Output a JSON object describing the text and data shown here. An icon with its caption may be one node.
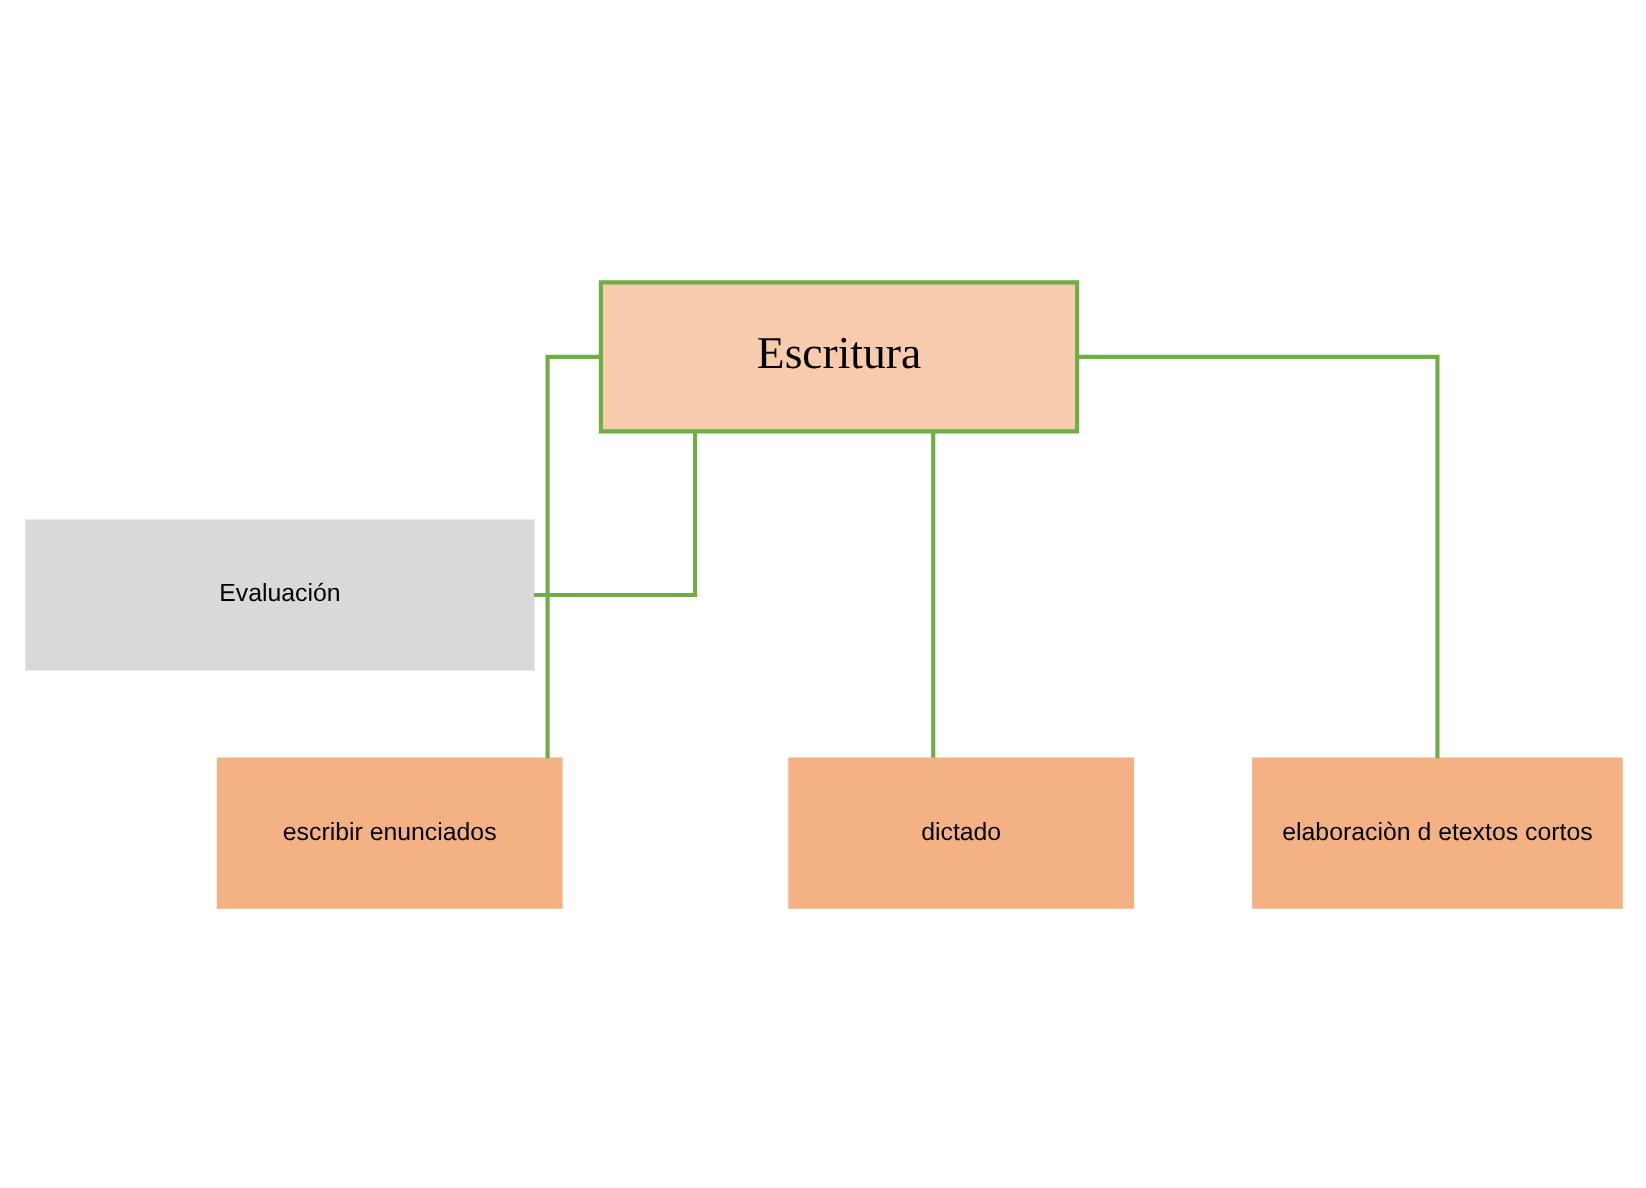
{
  "diagram": {
    "nodes": [
      {
        "text": [
          "Escritura"
        ]
      },
      {
        "text": [
          "Evaluación"
        ]
      },
      {
        "text": [
          "dictado"
        ]
      },
      {
        "text": [
          "escribir enunciados"
        ]
      },
      {
        "text": [
          "elaboraciòn d etextos cortos"
        ]
      }
    ],
    "edges": [
      {
        "from": 0,
        "to": 1,
        "arrow": "none"
      },
      {
        "from": 0,
        "to": 2,
        "arrow": "none"
      },
      {
        "from": 0,
        "to": 3,
        "arrow": "none"
      },
      {
        "from": 0,
        "to": 4,
        "arrow": "none"
      }
    ]
  }
}
